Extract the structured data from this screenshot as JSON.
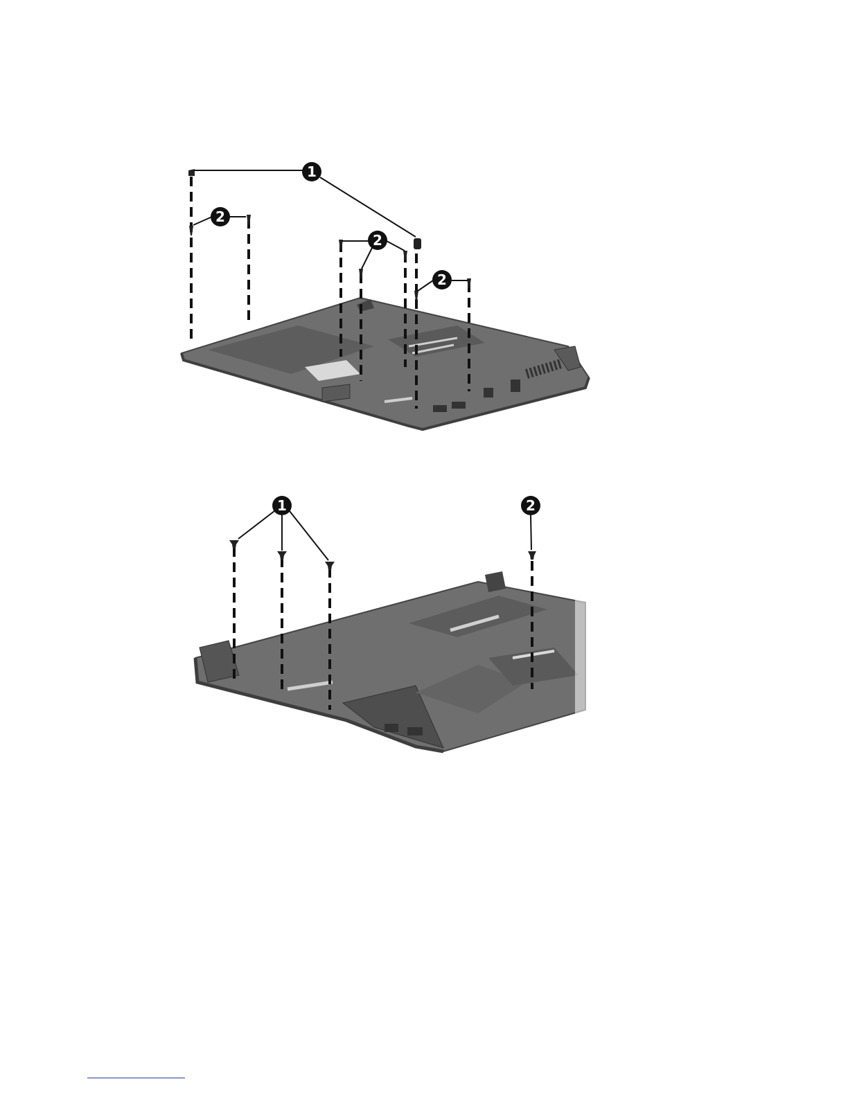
{
  "figures": [
    {
      "id": "fig-top",
      "callouts": [
        "1",
        "2",
        "2",
        "2"
      ],
      "description_icon": "laptop-base-bottom-view-icon"
    },
    {
      "id": "fig-bottom",
      "callouts": [
        "1",
        "2"
      ],
      "description_icon": "laptop-base-side-view-icon"
    }
  ],
  "colors": {
    "chassis": "#6f6f6f",
    "chassis_dark": "#4a4a4a",
    "chassis_light": "#9a9a9a",
    "callout": "#111111",
    "rule": "#1f3c9a"
  }
}
